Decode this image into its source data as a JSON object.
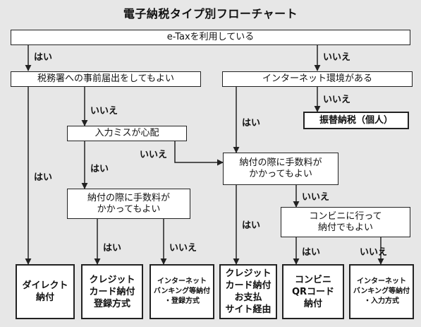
{
  "title": "電子納税タイプ別フローチャート",
  "nodes": {
    "etax": "e-Taxを利用している",
    "q_zeimusho": "税務署への事前届出をしてもよい",
    "q_internet": "インターネット環境がある",
    "r_furikae": "振替納税（個人）",
    "q_nyuryoku": "入力ミスが心配",
    "q_tesuryo_right": "納付の際に手数料が\nかかってもよい",
    "q_tesuryo_left": "納付の際に手数料が\nかかってもよい",
    "q_conveni": "コンビニに行って\n納付でもよい",
    "r_direct": "ダイレクト\n納付",
    "r_credit_reg": "クレジット\nカード納付\n登録方式",
    "r_netbank_reg": "インターネット\nバンキング等納付\n・登録方式",
    "r_credit_site": "クレジット\nカード納付\nお支払\nサイト経由",
    "r_conveni_qr": "コンビニ\nQRコード\n納付",
    "r_netbank_input": "インターネット\nバンキング等納付\n・入力方式"
  },
  "labels": {
    "yes": "はい",
    "no": "いいえ"
  }
}
